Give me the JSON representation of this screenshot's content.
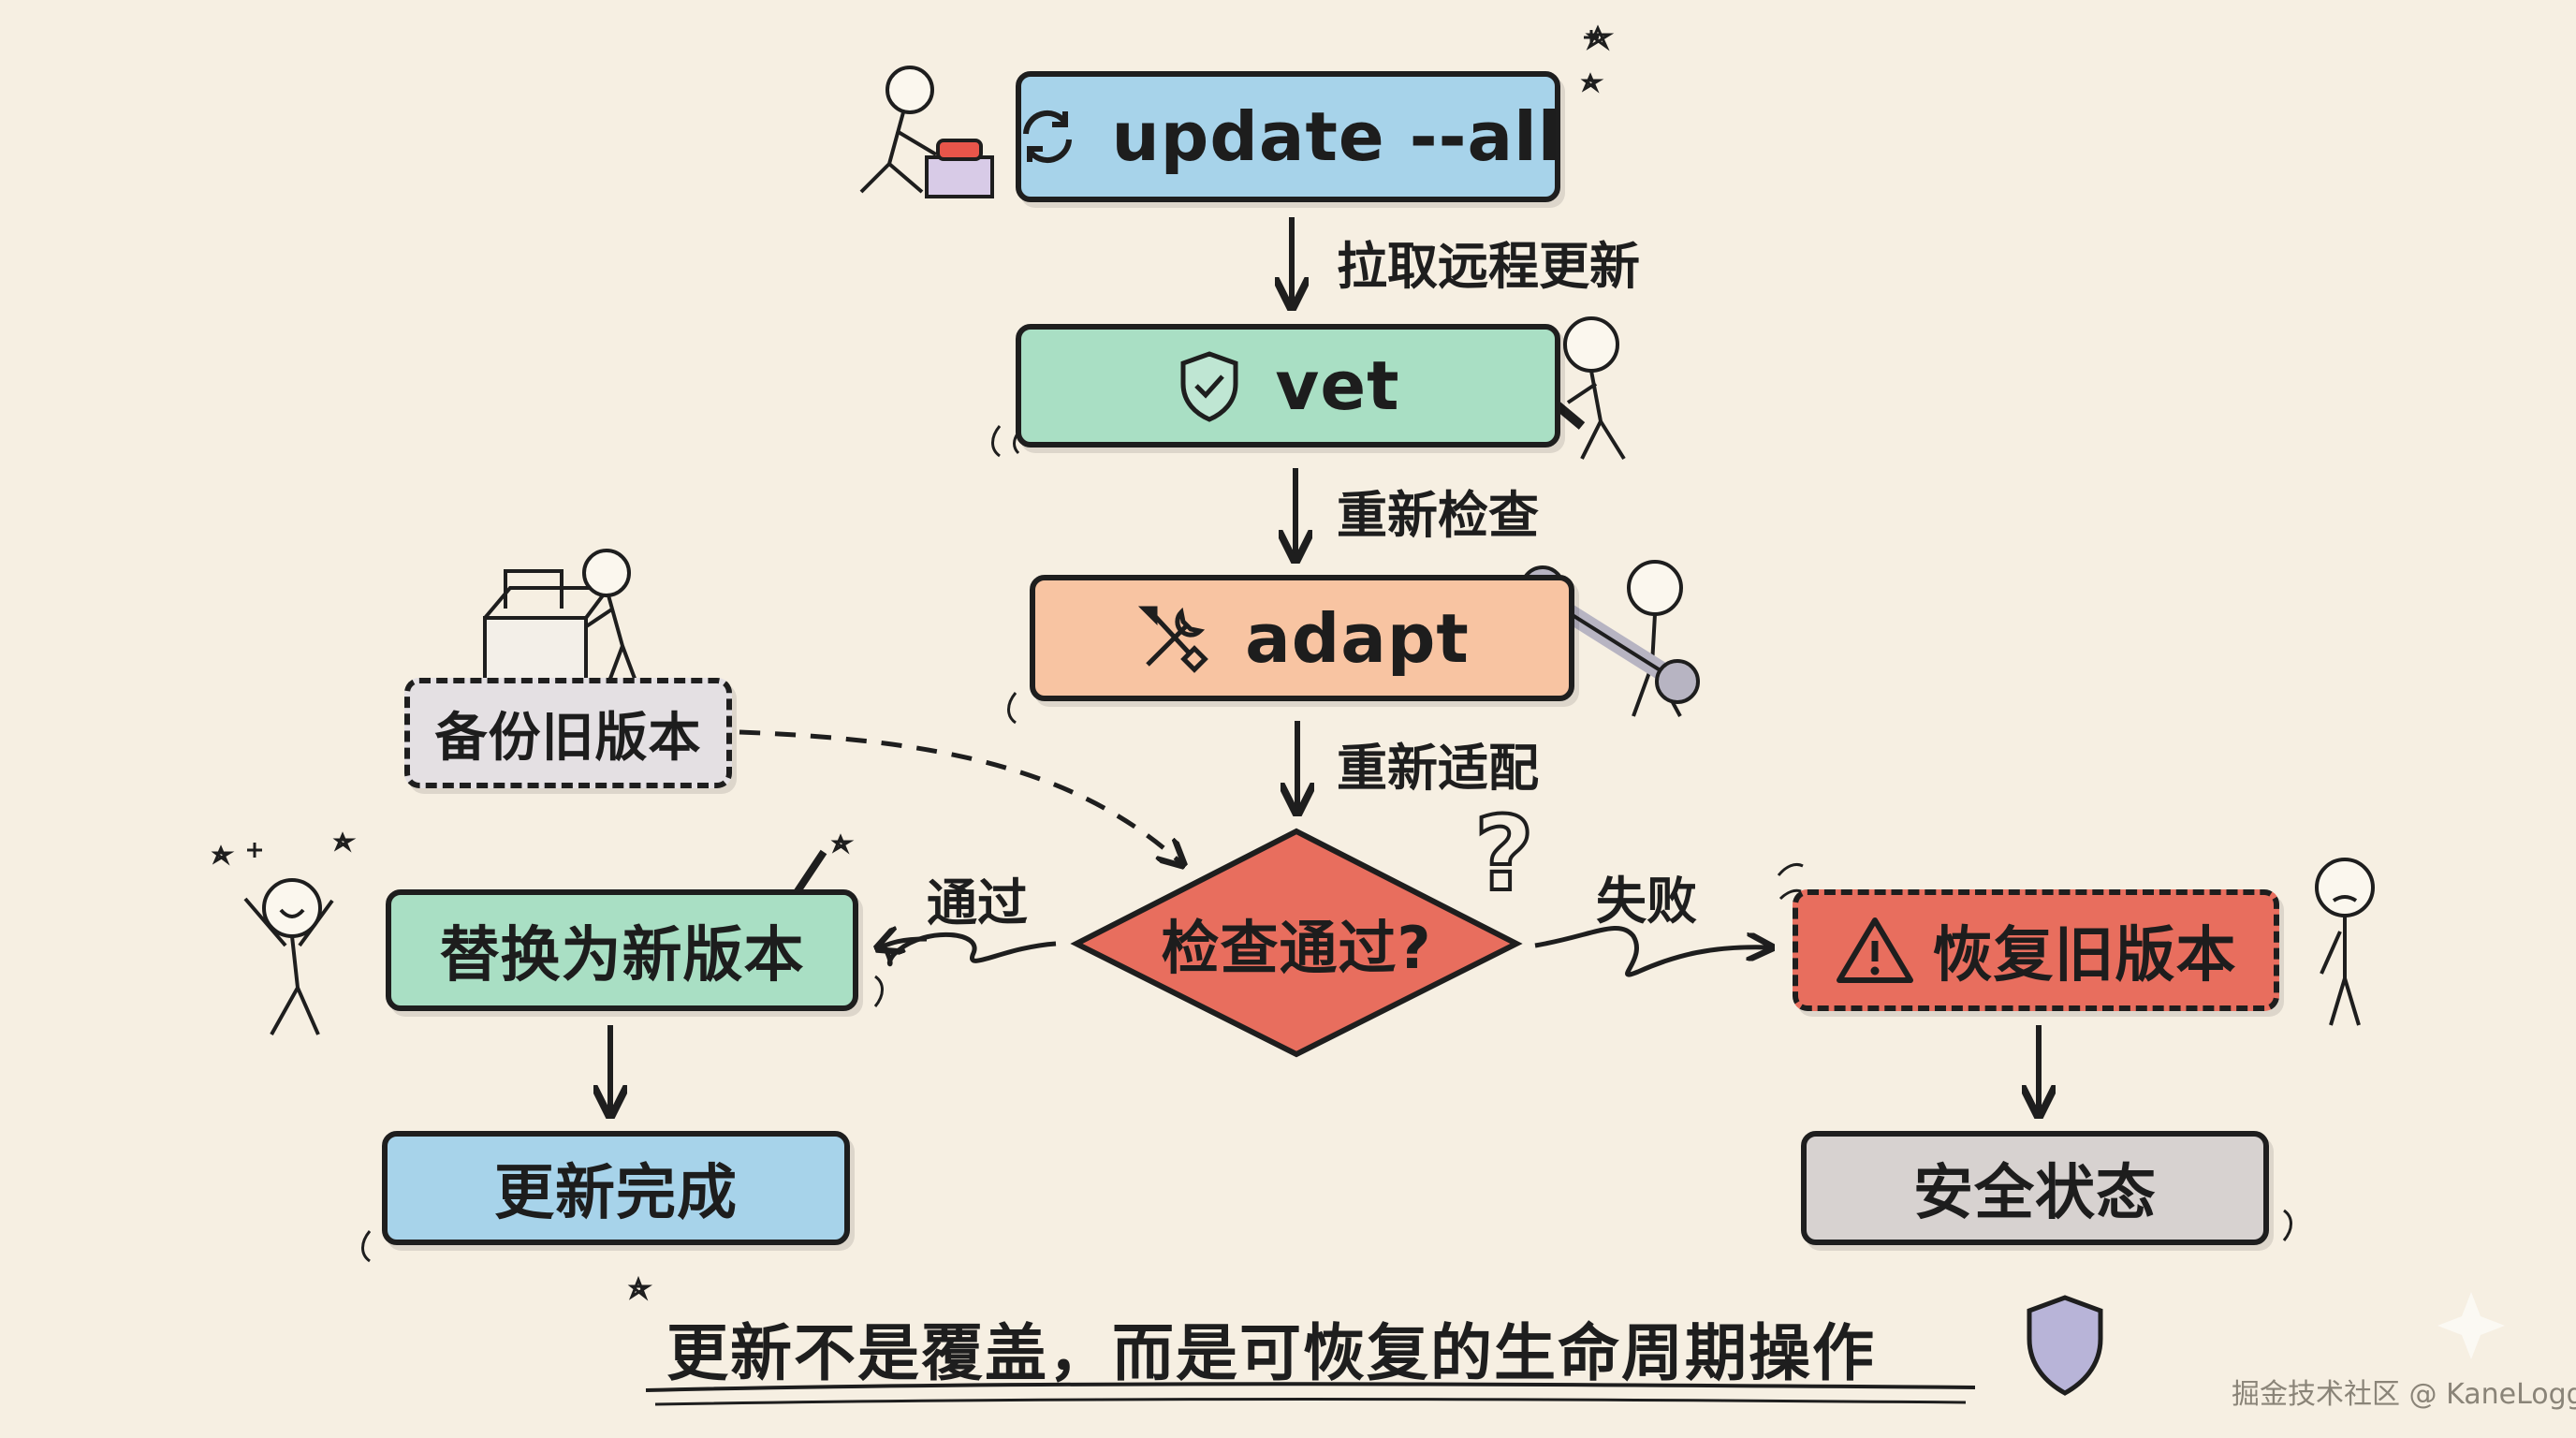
{
  "nodes": {
    "update": {
      "label": "update --all",
      "color": "#a7d3ea"
    },
    "vet": {
      "label": "vet",
      "color": "#a9dfc4"
    },
    "adapt": {
      "label": "adapt",
      "color": "#f8c4a2"
    },
    "backup": {
      "label": "备份旧版本",
      "color": "#e4e0e3"
    },
    "decision": {
      "label": "检查通过?",
      "color": "#e86e5e"
    },
    "replace": {
      "label": "替换为新版本",
      "color": "#a9dfc4"
    },
    "restore": {
      "label": "恢复旧版本",
      "color": "#e86e5e"
    },
    "done": {
      "label": "更新完成",
      "color": "#a7d3ea"
    },
    "safe": {
      "label": "安全状态",
      "color": "#d7d2d0"
    }
  },
  "edges": {
    "pull": "拉取远程更新",
    "recheck": "重新检查",
    "readapt": "重新适配",
    "pass": "通过",
    "fail": "失败"
  },
  "tagline": "更新不是覆盖，而是可恢复的生命周期操作",
  "watermark": "掘金技术社区 @ KaneLogger",
  "icons": {
    "update": "refresh-icon",
    "vet": "shield-check-icon",
    "adapt": "tools-icon",
    "restore": "warning-icon",
    "tagline": "shield-icon"
  }
}
